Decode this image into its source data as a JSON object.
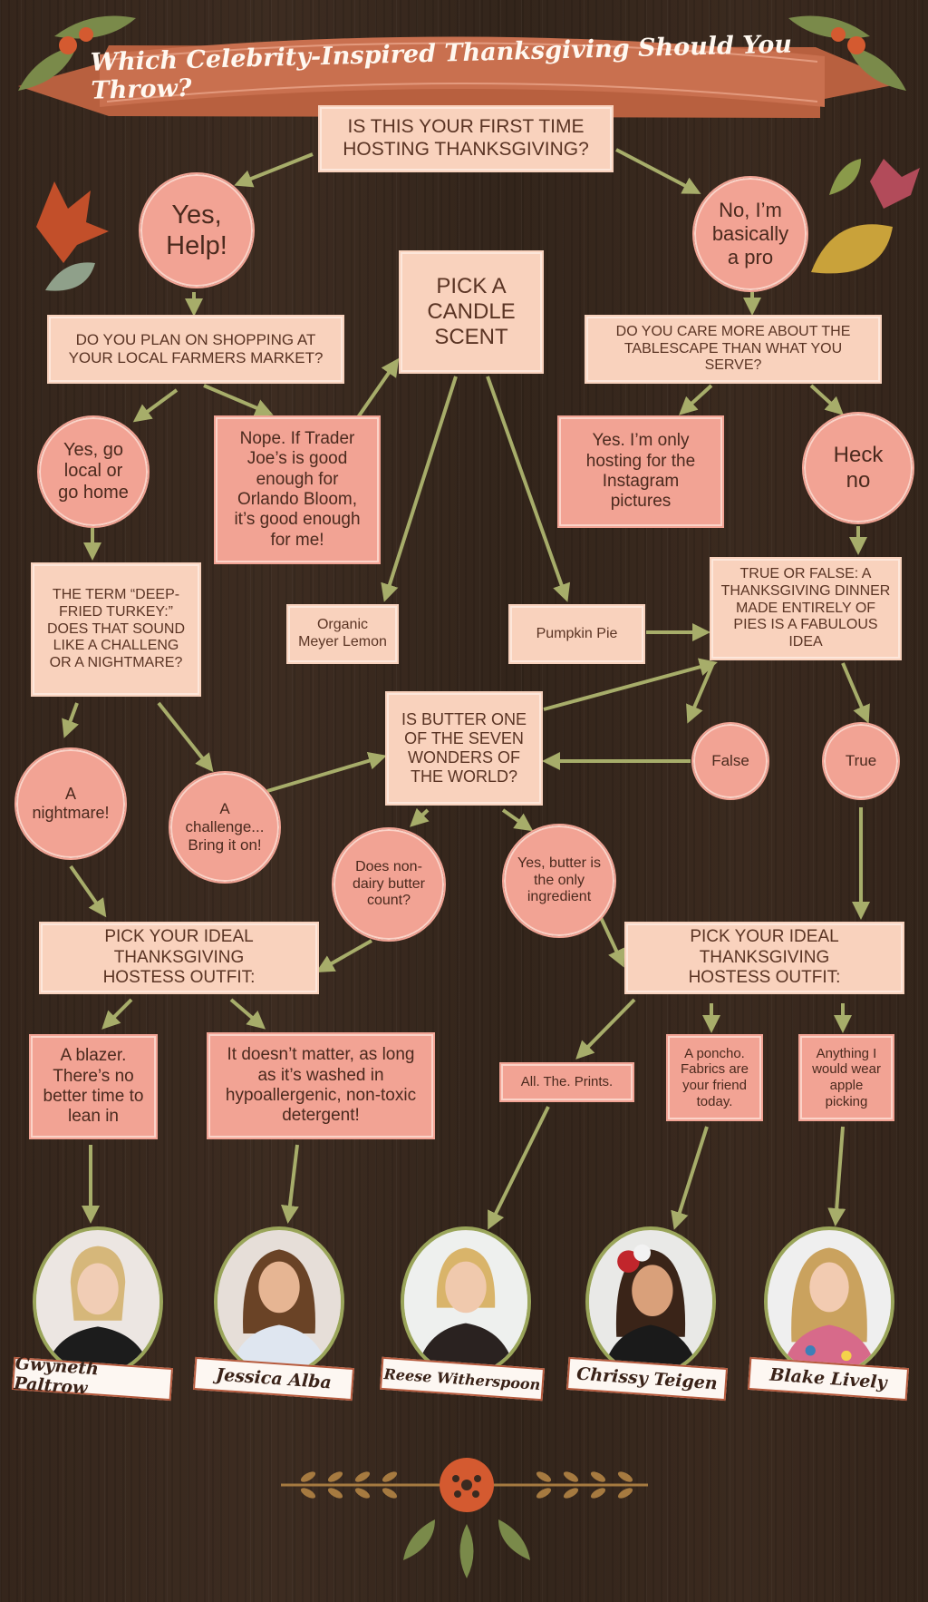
{
  "title": "Which Celebrity-Inspired Thanksgiving Should You Throw?",
  "colors": {
    "background": "#3a2a20",
    "light_box": "#f9d2bd",
    "dark_box": "#f2a394",
    "arrow": "#a7ad6a",
    "banner": "#c9704f",
    "text": "#5a3424"
  },
  "nodes": {
    "q_first_time": "IS THIS YOUR FIRST TIME HOSTING THANKSGIVING?",
    "a_yes_help": "Yes, Help!",
    "a_pro": "No, I’m basically a pro",
    "q_candle": "PICK A CANDLE SCENT",
    "q_farmers": "DO YOU PLAN ON SHOPPING AT YOUR LOCAL FARMERS MARKET?",
    "q_tablescape": "DO YOU CARE MORE ABOUT THE TABLESCAPE THAN WHAT YOU SERVE?",
    "a_go_local": "Yes, go local or go home",
    "a_trader_joes": "Nope. If Trader Joe’s is good enough for Orlando Bloom, it’s good enough for me!",
    "a_instagram": "Yes. I’m only hosting for the Instagram pictures",
    "a_heck_no": "Heck no",
    "q_deep_fried": "THE TERM “DEEP-FRIED TURKEY:” DOES THAT SOUND LIKE A CHALLENG OR A NIGHTMARE?",
    "a_meyer_lemon": "Organic Meyer Lemon",
    "a_pumpkin_pie": "Pumpkin Pie",
    "q_pies": "TRUE OR FALSE: A THANKSGIVING DINNER MADE ENTIRELY OF PIES IS A FABULOUS IDEA",
    "q_butter": "IS BUTTER ONE OF THE SEVEN WONDERS OF THE WORLD?",
    "a_nightmare": "A nightmare!",
    "a_challenge": "A challenge... Bring it on!",
    "a_false": "False",
    "a_true": "True",
    "a_non_dairy": "Does non-dairy butter count?",
    "a_butter_only": "Yes, butter is the only ingredient",
    "q_outfit_left": "PICK YOUR IDEAL THANKSGIVING HOSTESS OUTFIT:",
    "q_outfit_right": "PICK YOUR IDEAL THANKSGIVING HOSTESS OUTFIT:",
    "a_blazer": "A blazer. There’s no better time to lean in",
    "a_detergent": "It doesn’t matter, as long as it’s washed in hypoallergenic, non-toxic detergent!",
    "a_prints": "All. The. Prints.",
    "a_poncho": "A poncho. Fabrics are your friend today.",
    "a_apple": "Anything I would wear apple picking"
  },
  "results": [
    {
      "name": "Gwyneth Paltrow"
    },
    {
      "name": "Jessica Alba"
    },
    {
      "name": "Reese Witherspoon"
    },
    {
      "name": "Chrissy Teigen"
    },
    {
      "name": "Blake Lively"
    }
  ]
}
